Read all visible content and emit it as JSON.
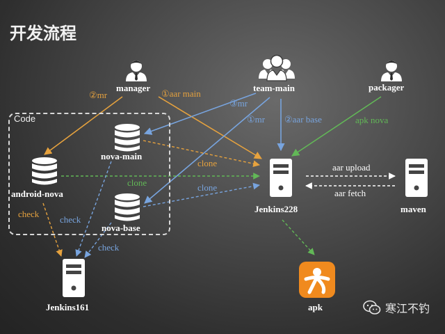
{
  "title": "开发流程",
  "code_group_label": "Code",
  "nodes": {
    "manager": "manager",
    "team_main": "team-main",
    "packager": "packager",
    "nova_main": "nova-main",
    "android_nova": "android-nova",
    "nova_base": "nova-base",
    "jenkins228": "Jenkins228",
    "maven": "maven",
    "jenkins161": "Jenkins161",
    "apk": "apk"
  },
  "edges": {
    "manager_mr": "②mr",
    "manager_aar_main": "①aar main",
    "team_main_mr3": "③mr",
    "team_main_mr1": "①mr",
    "team_main_aar_base": "②aar base",
    "packager_apk_nova": "apk nova",
    "clone_main": "clone",
    "clone_android": "clone",
    "clone_base": "clone",
    "aar_upload": "aar upload",
    "aar_fetch": "aar fetch",
    "check_android": "check",
    "check_main": "check",
    "check_base": "check"
  },
  "footer": {
    "account": "寒江不钓",
    "icon": "wechat-icon"
  },
  "colors": {
    "orange": "#e6a23e",
    "blue": "#78a4de",
    "green": "#62b857",
    "white": "#ffffff"
  }
}
